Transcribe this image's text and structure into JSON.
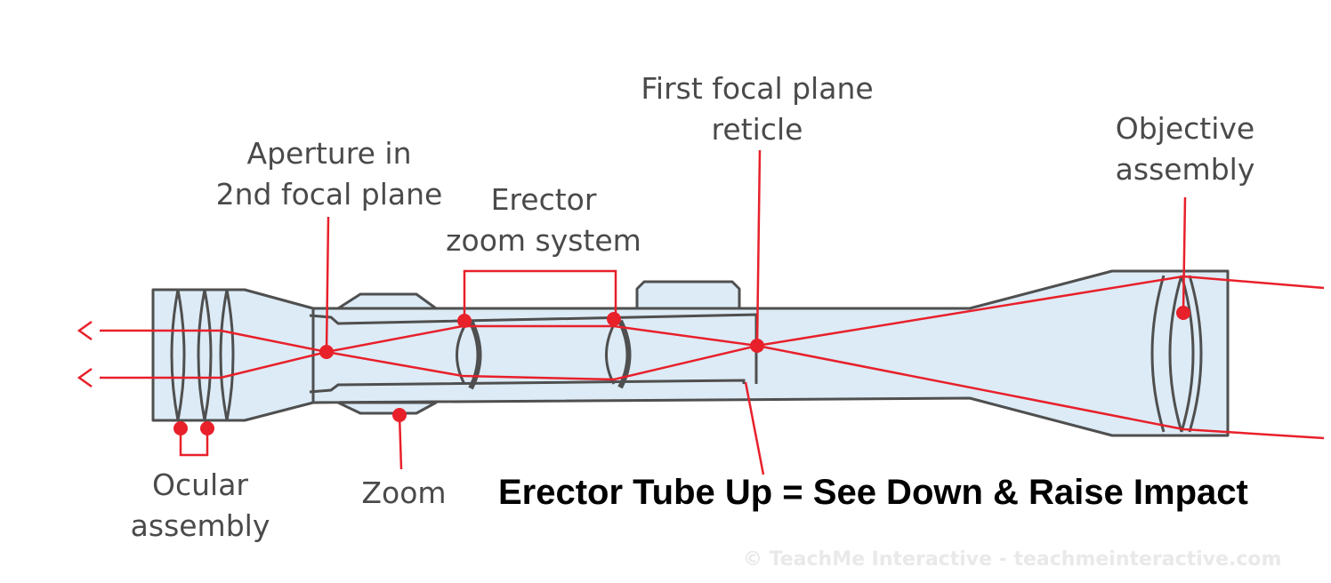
{
  "labels": {
    "aperture": [
      "Aperture in",
      "2nd focal plane"
    ],
    "erector": [
      "Erector",
      "zoom system"
    ],
    "first_focal": [
      "First focal plane",
      "reticle"
    ],
    "objective": [
      "Objective",
      "assembly"
    ],
    "ocular": [
      "Ocular",
      "assembly"
    ],
    "zoom": "Zoom"
  },
  "headline": "Erector Tube Up = See Down & Raise Impact",
  "credit": "© TeachMe Interactive - teachmeinteractive.com",
  "colors": {
    "body_fill": "#dcebf6",
    "outline": "#4f4f4f",
    "ray": "#e8202a",
    "marker": "#e8202a",
    "label_text": "#4a4a4a"
  }
}
